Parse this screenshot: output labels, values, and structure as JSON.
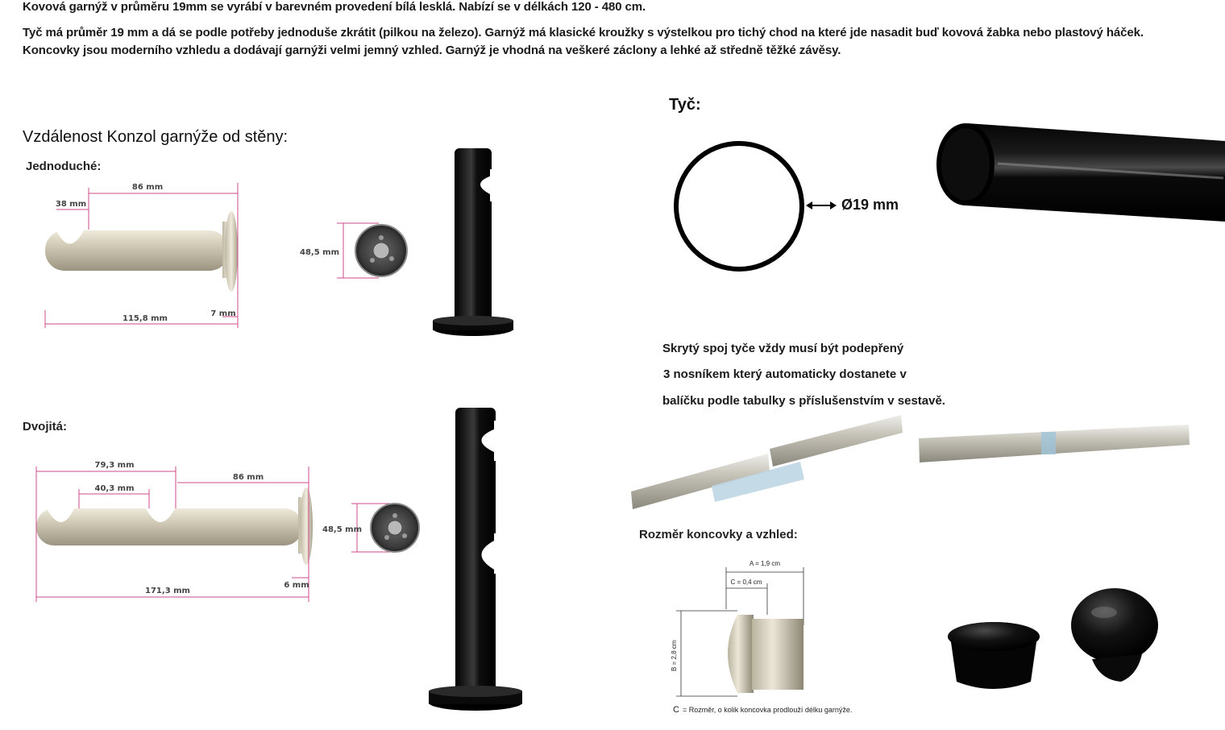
{
  "intro": {
    "line1": "Kovová garnýž v průměru 19mm se vyrábí v barevném provedení bílá lesklá. Nabízí se v délkách 120 - 480 cm.",
    "line2": "Tyč má průměr 19 mm a dá se podle potřeby jednoduše zkrátit (pilkou na železo). Garnýž má klasické kroužky s výstelkou pro tichý chod na které jde nasadit buď kovová žabka nebo plastový háček.",
    "line3": "Koncovky jsou moderního vzhledu a dodávají garnýži velmi jemný vzhled. Garnýž je vhodná na veškeré záclony a lehké až středně těžké závěsy."
  },
  "brackets": {
    "title": "Vzdálenost Konzol garnýže od stěny:",
    "single": {
      "label": "Jednoduché:",
      "dim_38": "38 mm",
      "dim_86": "86 mm",
      "dim_1158": "115,8 mm",
      "dim_7": "7 mm",
      "dim_485": "48,5 mm"
    },
    "double": {
      "label": "Dvojitá:",
      "dim_793": "79,3 mm",
      "dim_403": "40,3 mm",
      "dim_86": "86 mm",
      "dim_1713": "171,3 mm",
      "dim_6": "6 mm",
      "dim_485": "48,5 mm"
    }
  },
  "rod": {
    "title": "Tyč:",
    "diameter": "Ø19 mm",
    "note_line1": "Skrytý spoj tyče vždy musí být podepřený",
    "note_line2": "3 nosníkem který automaticky dostanete v",
    "note_line3": "balíčku podle tabulky s příslušenstvím v sestavě."
  },
  "endcap": {
    "title": "Rozměr koncovky a vzhled:",
    "dim_a": "A = 1,9 cm",
    "dim_c": "C = 0,4 cm",
    "dim_b": "B = 2,8 cm",
    "caption_letter": "C",
    "caption_text": "= Rozměr, o kolik koncovka prodlouží délku garnýže."
  },
  "colors": {
    "satin": "#c9c3b0",
    "black": "#0a0a0a",
    "dimension_line": "#d04a8a"
  }
}
